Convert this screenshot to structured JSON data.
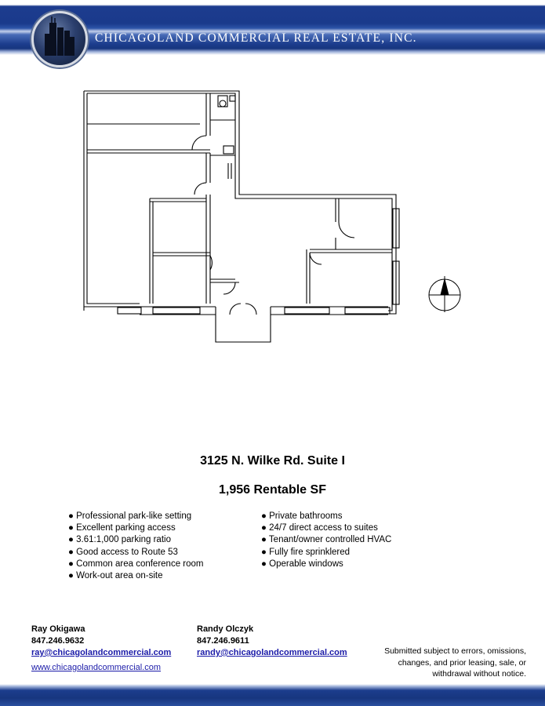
{
  "header": {
    "company_name": "CHICAGOLAND COMMERCIAL REAL ESTATE, INC.",
    "logo_icon": "skyline-logo-icon",
    "brand_color": "#1a3a8c"
  },
  "floor_plan": {
    "icon": "floor-plan-drawing",
    "compass_icon": "north-arrow-icon"
  },
  "listing": {
    "address": "3125 N. Wilke Rd. Suite I",
    "rentable_sf": "1,956 Rentable SF"
  },
  "features_left": [
    "● Professional park-like setting",
    "● Excellent parking access",
    "● 3.61:1,000 parking ratio",
    "● Good access to Route 53",
    "● Common area conference room",
    "● Work-out area on-site"
  ],
  "features_right": [
    "● Private bathrooms",
    "● 24/7 direct access to suites",
    "● Tenant/owner controlled HVAC",
    "● Fully fire sprinklered",
    "● Operable windows"
  ],
  "contacts": [
    {
      "name": "Ray Okigawa",
      "phone": "847.246.9632",
      "email": "ray@chicagolandcommercial.com"
    },
    {
      "name": "Randy Olczyk",
      "phone": "847.246.9611",
      "email": "randy@chicagolandcommercial.com"
    }
  ],
  "website": "www.chicagolandcommercial.com",
  "disclaimer": "Submitted subject to errors, omissions, changes, and prior leasing, sale, or withdrawal without notice.",
  "colors": {
    "link": "#1b1ba8",
    "header_blue": "#1a3a8c"
  }
}
